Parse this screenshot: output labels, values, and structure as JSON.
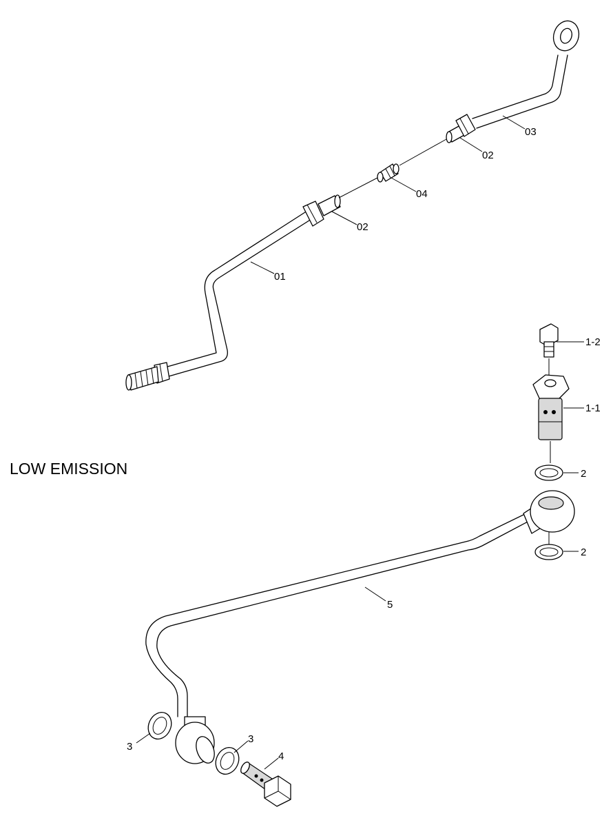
{
  "title": "LOW EMISSION",
  "callouts": {
    "c01": "01",
    "c02a": "02",
    "c02b": "02",
    "c03": "03",
    "c04": "04",
    "c1_2": "1-2",
    "c1_1": "1-1",
    "c2a": "2",
    "c2b": "2",
    "c5": "5",
    "c3a": "3",
    "c3b": "3",
    "c4": "4"
  }
}
